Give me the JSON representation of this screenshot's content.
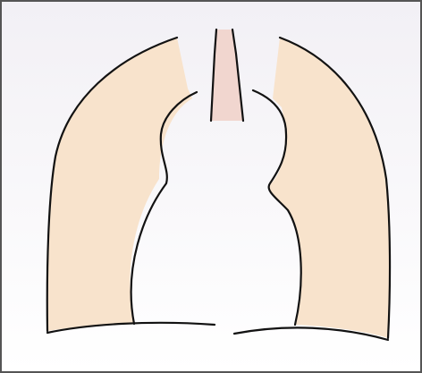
{
  "figure": {
    "subject": "chest-lungs-mediastinum-outline",
    "colors": {
      "frame_border": "#555555",
      "background_top": "#f2f0f5",
      "background_bottom": "#ffffff",
      "lung_fill": "#f8e3cc",
      "trachea_fill": "#f1d6cf",
      "outline": "#121212"
    },
    "parts": [
      "frame",
      "right-lung",
      "left-lung",
      "trachea",
      "mediastinum",
      "diaphragm"
    ]
  }
}
